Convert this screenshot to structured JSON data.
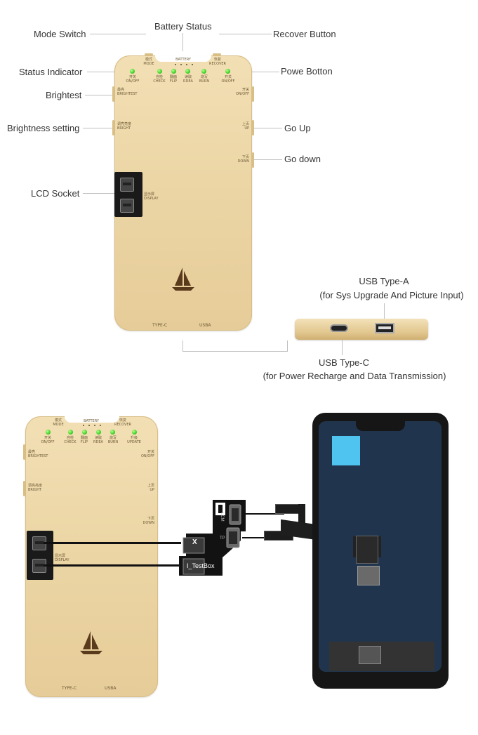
{
  "callouts": {
    "mode_switch": "Mode Switch",
    "battery_status": "Battery Status",
    "recover_button": "Recover Button",
    "status_indicator": "Status Indicator",
    "power_button": "Powe Botton",
    "brightest": "Brightest",
    "brightness_setting": "Brightness setting",
    "go_up": "Go Up",
    "go_down": "Go down",
    "lcd_socket": "LCD Socket",
    "usb_a_title": "USB Type-A",
    "usb_a_desc": "(for Sys Upgrade And Picture Input)",
    "usb_c_title": "USB Type-C",
    "usb_c_desc": "(for Power Recharge and Data Transmission)"
  },
  "device": {
    "mode_cn": "模式",
    "mode": "MODE",
    "battery": "BATTERY",
    "recover_cn": "恢复",
    "recover": "RECOVER",
    "btn_onoff_cn": "开关",
    "btn_onoff": "ON/OFF",
    "btn_check_cn": "自检",
    "btn_check": "CHECK",
    "btn_flip_cn": "翻面",
    "btn_flip": "FLIP",
    "btn_read_cn": "读取",
    "btn_read": "RDEA",
    "btn_burn_cn": "烧写",
    "btn_burn": "BURN",
    "btn_update_cn": "升级",
    "btn_update": "UPDATE",
    "brightest_cn": "最亮",
    "brightest": "BRIGHTEST",
    "bright_cn": "调亮亮度",
    "bright": "BRIGHT",
    "up_cn": "上页",
    "up": "UP",
    "down_cn": "下页",
    "down": "DOWN",
    "display_cn": "显示屏",
    "display": "DISPLAY",
    "type_c": "TYPE-C",
    "usba": "USBA"
  },
  "adapter": {
    "lcd": "LCM",
    "tp": "TP",
    "x_label": "X",
    "testbox": "I_TestBox"
  }
}
